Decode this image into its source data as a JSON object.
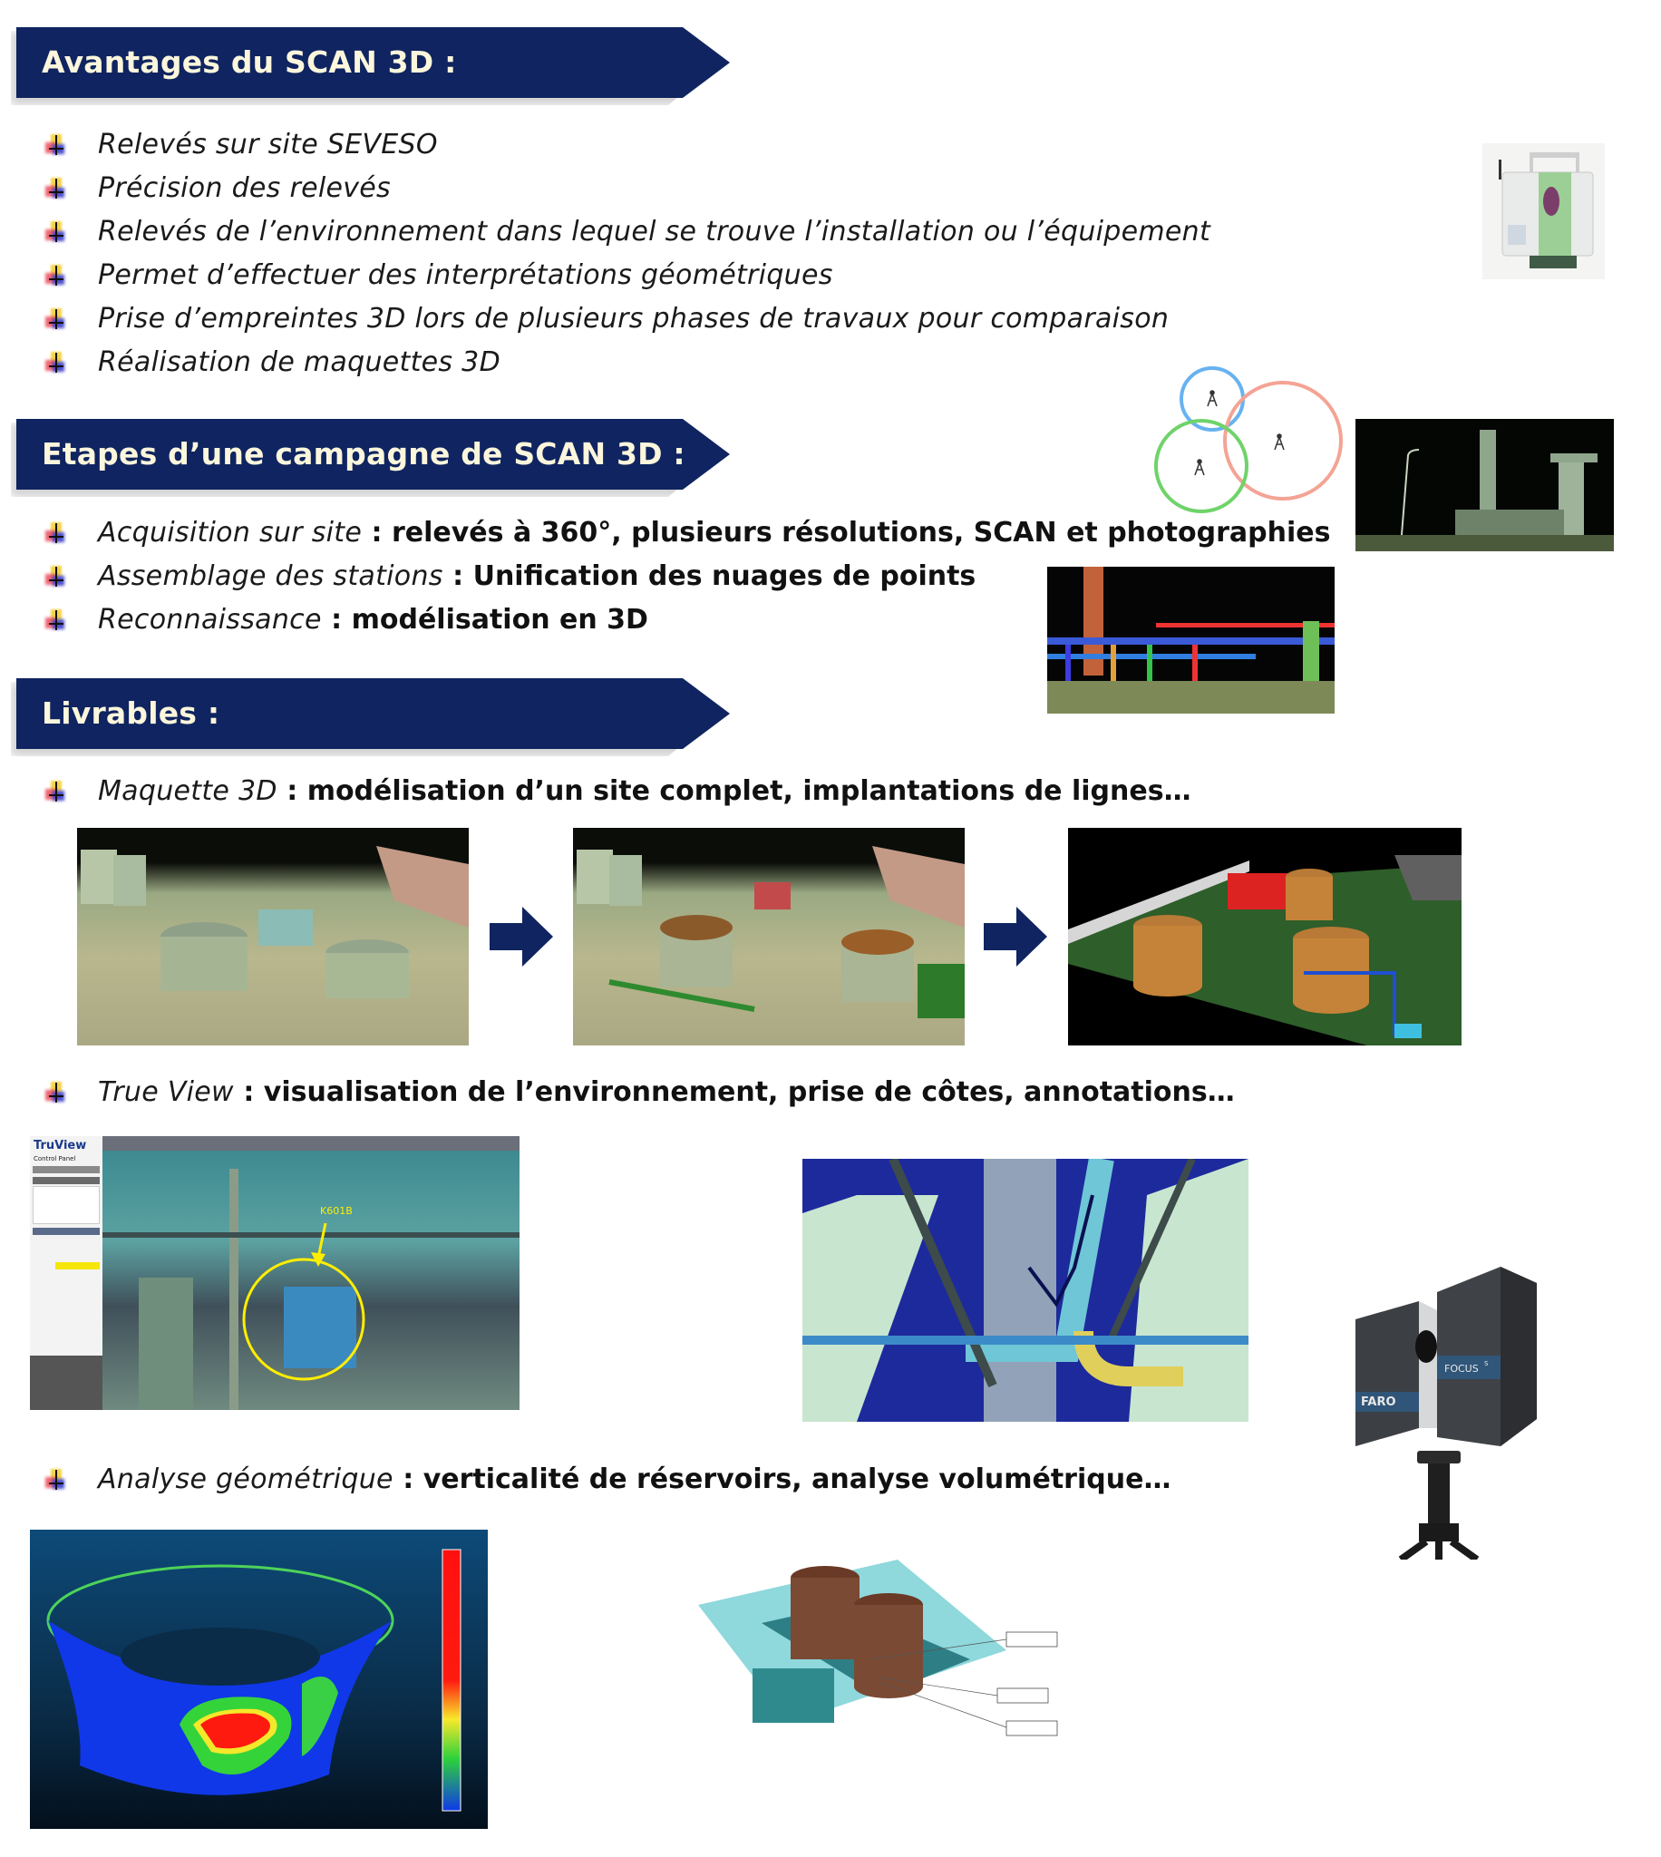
{
  "sections": {
    "avantages": {
      "title": "Avantages du SCAN 3D :",
      "items": [
        "Relevés sur site SEVESO",
        "Précision des relevés",
        "Relevés de l’environnement dans lequel se trouve l’installation ou l’équipement",
        "Permet d’effectuer des interprétations géométriques",
        "Prise d’empreintes 3D lors de plusieurs phases de travaux pour comparaison",
        "Réalisation de maquettes 3D"
      ]
    },
    "etapes": {
      "title": "Etapes d’une campagne de SCAN 3D :",
      "items": [
        {
          "label": "Acquisition sur site",
          "sep": " : ",
          "detail": "relevés à 360°, plusieurs résolutions, SCAN et photographies"
        },
        {
          "label": "Assemblage des stations",
          "sep": " : ",
          "detail": "Unification des nuages de points"
        },
        {
          "label": "Reconnaissance",
          "sep": " : ",
          "detail": "modélisation en 3D"
        }
      ]
    },
    "livrables": {
      "title": "Livrables :",
      "items": [
        {
          "label": "Maquette 3D",
          "sep": " : ",
          "detail": "modélisation d’un site complet, implantations de lignes…"
        },
        {
          "label": "True View",
          "sep": " : ",
          "detail": "visualisation de l’environnement, prise de côtes, annotations…"
        },
        {
          "label": "Analyse géométrique",
          "sep": " : ",
          "detail": "verticalité de réservoirs, analyse volumétrique…"
        }
      ]
    }
  },
  "images": {
    "truview": {
      "brand": "TruView",
      "panel_title": "Control Panel",
      "annotation": "K601B"
    },
    "faro": {
      "brand": "FARO",
      "model": "FOCUS",
      "model_sup": "S"
    }
  },
  "colors": {
    "banner": "#0f2460",
    "banner_text": "#fbf6dc",
    "arrow": "#0f2460"
  }
}
